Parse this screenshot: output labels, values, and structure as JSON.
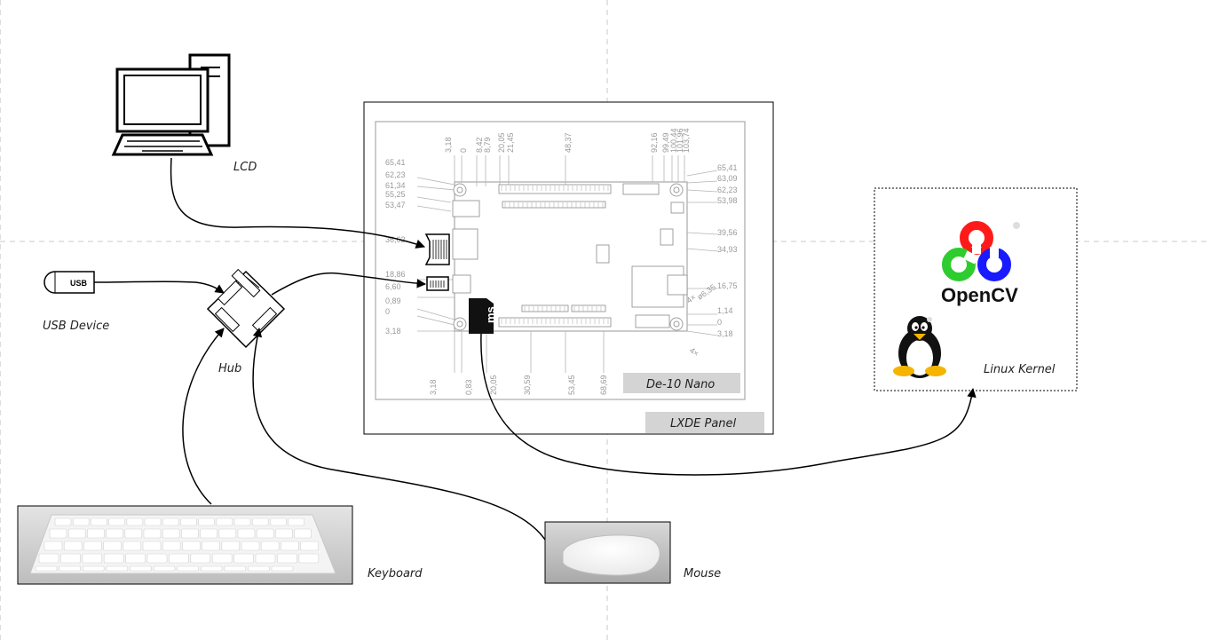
{
  "labels": {
    "lcd": "LCD",
    "usb_device": "USB Device",
    "usb_tag": "USB",
    "hub": "Hub",
    "keyboard": "Keyboard",
    "mouse": "Mouse",
    "board": "De-10 Nano",
    "panel": "LXDE Panel",
    "opencv": "OpenCV",
    "linux": "Linux Kernel",
    "sd_text": "ms"
  },
  "board_dimensions": {
    "top": [
      "3,18",
      "0",
      "8,42",
      "8,79",
      "20,05",
      "21,45",
      "48,37",
      "92,16",
      "99,49",
      "100,44",
      "101,96",
      "103,74"
    ],
    "left": [
      "65,41",
      "62,23",
      "61,34",
      "55,25",
      "53,47",
      "36,62",
      "18,86",
      "6,60",
      "0,89",
      "0",
      "3,18"
    ],
    "right": [
      "65,41",
      "63,09",
      "62,23",
      "53,98",
      "39,56",
      "34,93",
      "16,75",
      "1,14",
      "0",
      "3,18"
    ],
    "bottom": [
      "3,18",
      "0,83",
      "20,05",
      "30,59",
      "53,45",
      "68,69"
    ],
    "diag": [
      "ø6,35",
      "4×"
    ]
  },
  "colors": {
    "opencv_red": "#ff1a1a",
    "opencv_green": "#2ecc2e",
    "opencv_blue": "#1a1aff",
    "label_box": "#d4d4d4",
    "guide": "#c8c8c8"
  }
}
